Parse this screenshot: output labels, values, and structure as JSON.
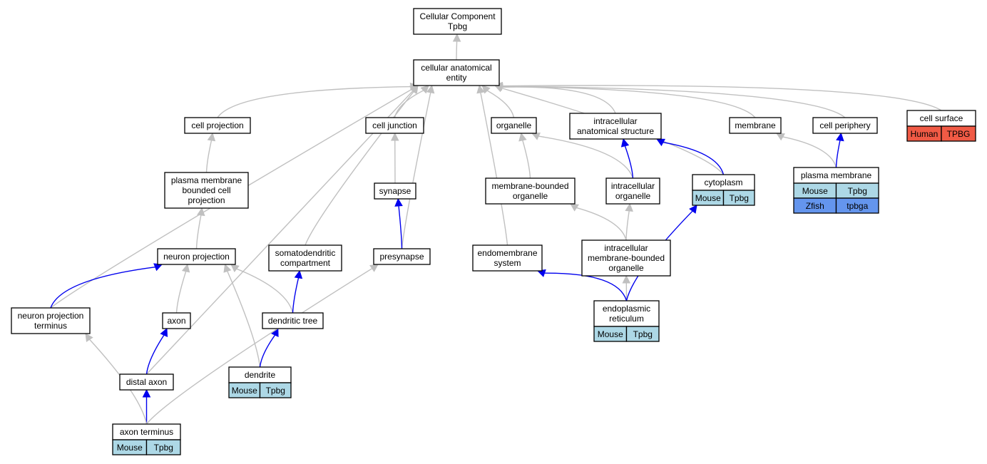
{
  "nodes": [
    {
      "id": "cc",
      "lines": [
        "Cellular Component",
        "Tpbg"
      ]
    },
    {
      "id": "cae",
      "lines": [
        "cellular anatomical",
        "entity"
      ]
    },
    {
      "id": "cp",
      "lines": [
        "cell projection"
      ]
    },
    {
      "id": "cj",
      "lines": [
        "cell junction"
      ]
    },
    {
      "id": "org",
      "lines": [
        "organelle"
      ]
    },
    {
      "id": "ias",
      "lines": [
        "intracellular",
        "anatomical structure"
      ]
    },
    {
      "id": "mem",
      "lines": [
        "membrane"
      ]
    },
    {
      "id": "cper",
      "lines": [
        "cell periphery"
      ]
    },
    {
      "id": "cs",
      "lines": [
        "cell surface"
      ],
      "annotations": [
        [
          "Human",
          "TPBG"
        ]
      ]
    },
    {
      "id": "pmbcp",
      "lines": [
        "plasma membrane",
        "bounded cell",
        "projection"
      ]
    },
    {
      "id": "syn",
      "lines": [
        "synapse"
      ]
    },
    {
      "id": "mbo",
      "lines": [
        "membrane-bounded",
        "organelle"
      ]
    },
    {
      "id": "io",
      "lines": [
        "intracellular",
        "organelle"
      ]
    },
    {
      "id": "cyto",
      "lines": [
        "cytoplasm"
      ],
      "annotations": [
        [
          "Mouse",
          "Tpbg"
        ]
      ]
    },
    {
      "id": "pm",
      "lines": [
        "plasma membrane"
      ],
      "annotations": [
        [
          "Mouse",
          "Tpbg"
        ],
        [
          "Zfish",
          "tpbga"
        ]
      ]
    },
    {
      "id": "np",
      "lines": [
        "neuron projection"
      ]
    },
    {
      "id": "sdc",
      "lines": [
        "somatodendritic",
        "compartment"
      ]
    },
    {
      "id": "pre",
      "lines": [
        "presynapse"
      ]
    },
    {
      "id": "es",
      "lines": [
        "endomembrane",
        "system"
      ]
    },
    {
      "id": "imbo",
      "lines": [
        "intracellular",
        "membrane-bounded",
        "organelle"
      ]
    },
    {
      "id": "npt",
      "lines": [
        "neuron projection",
        "terminus"
      ]
    },
    {
      "id": "axon",
      "lines": [
        "axon"
      ]
    },
    {
      "id": "dt",
      "lines": [
        "dendritic tree"
      ]
    },
    {
      "id": "er",
      "lines": [
        "endoplasmic",
        "reticulum"
      ],
      "annotations": [
        [
          "Mouse",
          "Tpbg"
        ]
      ]
    },
    {
      "id": "dend",
      "lines": [
        "dendrite"
      ],
      "annotations": [
        [
          "Mouse",
          "Tpbg"
        ]
      ]
    },
    {
      "id": "da",
      "lines": [
        "distal axon"
      ]
    },
    {
      "id": "at",
      "lines": [
        "axon terminus"
      ],
      "annotations": [
        [
          "Mouse",
          "Tpbg"
        ]
      ]
    }
  ],
  "edges": [
    {
      "from": "cae",
      "to": "cc",
      "kind": "is_a"
    },
    {
      "from": "cp",
      "to": "cae",
      "kind": "is_a"
    },
    {
      "from": "cj",
      "to": "cae",
      "kind": "is_a"
    },
    {
      "from": "org",
      "to": "cae",
      "kind": "is_a"
    },
    {
      "from": "ias",
      "to": "cae",
      "kind": "is_a"
    },
    {
      "from": "mem",
      "to": "cae",
      "kind": "is_a"
    },
    {
      "from": "cper",
      "to": "cae",
      "kind": "is_a"
    },
    {
      "from": "cs",
      "to": "cae",
      "kind": "is_a"
    },
    {
      "from": "cyto",
      "to": "cae",
      "kind": "is_a"
    },
    {
      "from": "es",
      "to": "cae",
      "kind": "is_a"
    },
    {
      "from": "sdc",
      "to": "cae",
      "kind": "is_a"
    },
    {
      "from": "pre",
      "to": "cae",
      "kind": "is_a"
    },
    {
      "from": "npt",
      "to": "cae",
      "kind": "is_a"
    },
    {
      "from": "da",
      "to": "cae",
      "kind": "is_a"
    },
    {
      "from": "pmbcp",
      "to": "cp",
      "kind": "is_a"
    },
    {
      "from": "np",
      "to": "pmbcp",
      "kind": "is_a"
    },
    {
      "from": "syn",
      "to": "cj",
      "kind": "is_a"
    },
    {
      "from": "pre",
      "to": "syn",
      "kind": "part_of"
    },
    {
      "from": "mbo",
      "to": "org",
      "kind": "is_a"
    },
    {
      "from": "io",
      "to": "org",
      "kind": "is_a"
    },
    {
      "from": "io",
      "to": "ias",
      "kind": "part_of"
    },
    {
      "from": "cyto",
      "to": "ias",
      "kind": "part_of"
    },
    {
      "from": "pm",
      "to": "mem",
      "kind": "is_a"
    },
    {
      "from": "pm",
      "to": "cper",
      "kind": "part_of"
    },
    {
      "from": "imbo",
      "to": "mbo",
      "kind": "is_a"
    },
    {
      "from": "imbo",
      "to": "io",
      "kind": "is_a"
    },
    {
      "from": "er",
      "to": "imbo",
      "kind": "is_a"
    },
    {
      "from": "er",
      "to": "es",
      "kind": "part_of"
    },
    {
      "from": "er",
      "to": "cyto",
      "kind": "part_of"
    },
    {
      "from": "npt",
      "to": "np",
      "kind": "part_of"
    },
    {
      "from": "axon",
      "to": "np",
      "kind": "is_a"
    },
    {
      "from": "dend",
      "to": "np",
      "kind": "is_a"
    },
    {
      "from": "dt",
      "to": "np",
      "kind": "is_a"
    },
    {
      "from": "dt",
      "to": "sdc",
      "kind": "part_of"
    },
    {
      "from": "dend",
      "to": "dt",
      "kind": "part_of"
    },
    {
      "from": "da",
      "to": "axon",
      "kind": "part_of"
    },
    {
      "from": "at",
      "to": "da",
      "kind": "part_of"
    },
    {
      "from": "at",
      "to": "npt",
      "kind": "is_a"
    },
    {
      "from": "at",
      "to": "pre",
      "kind": "is_a"
    }
  ],
  "colors": {
    "is_a_edge": "#c0c0c0",
    "part_of_edge": "#0000ee",
    "node_border": "#000000",
    "node_fill": "#ffffff",
    "species": {
      "Human": "#f05a45",
      "Mouse": "#add8e6",
      "Zfish": "#6495ed"
    }
  }
}
